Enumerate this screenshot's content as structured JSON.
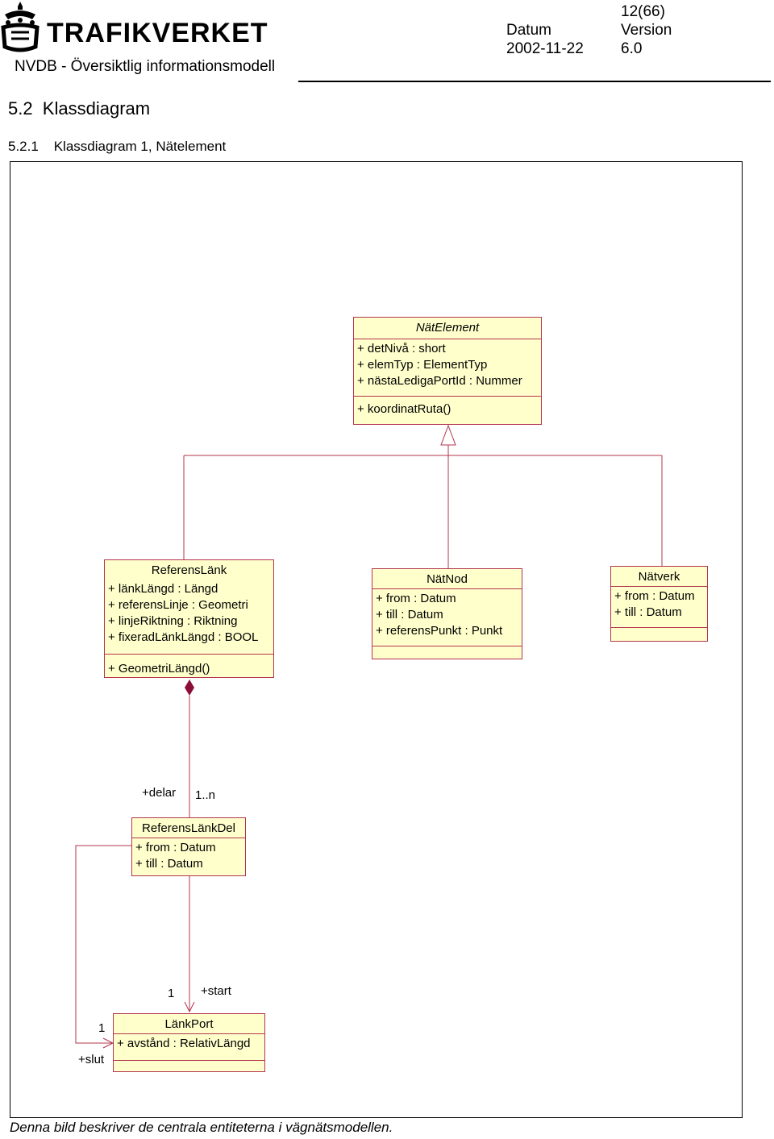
{
  "header": {
    "logo_text": "TRAFIKVERKET",
    "doc_title": "NVDB - Översiktlig informationsmodell",
    "page_number": "12(66)",
    "date_label": "Datum",
    "date_value": "2002-11-22",
    "version_label": "Version",
    "version_value": "6.0"
  },
  "section": {
    "heading": "5.2  Klassdiagram",
    "subheading": "5.2.1    Klassdiagram 1, Nätelement"
  },
  "diagram": {
    "classes": {
      "natelement": {
        "name": "NätElement",
        "attrs": [
          "+ detNivå : short",
          "+ elemTyp : ElementTyp",
          "+ nästaLedigaPortId : Nummer"
        ],
        "ops": [
          "+ koordinatRuta()"
        ]
      },
      "referenslank": {
        "name": "ReferensLänk",
        "attrs": [
          "+ länkLängd : Längd",
          "+ referensLinje : Geometri",
          "+ linjeRiktning : Riktning",
          "+ fixeradLänkLängd : BOOL"
        ],
        "ops": [
          "+ GeometriLängd()"
        ]
      },
      "natnod": {
        "name": "NätNod",
        "attrs": [
          "+ from : Datum",
          "+ till : Datum",
          "+ referensPunkt : Punkt"
        ]
      },
      "natverk": {
        "name": "Nätverk",
        "attrs": [
          "+ from : Datum",
          "+ till : Datum"
        ]
      },
      "referenslankdel": {
        "name": "ReferensLänkDel",
        "attrs": [
          "+ from : Datum",
          "+ till : Datum"
        ]
      },
      "lankport": {
        "name": "LänkPort",
        "attrs": [
          "+ avstånd : RelativLängd"
        ]
      }
    },
    "labels": {
      "delar_role": "+delar",
      "delar_mult": "1..n",
      "start_mult": "1",
      "start_role": "+start",
      "slut_mult": "1",
      "slut_role": "+slut"
    },
    "colors": {
      "box_fill": "#ffffcc",
      "box_border": "#b3344e",
      "line": "#b3344e",
      "composition": "#8b0d3a"
    }
  },
  "caption": "Denna bild beskriver de centrala entiteterna i vägnätsmodellen."
}
